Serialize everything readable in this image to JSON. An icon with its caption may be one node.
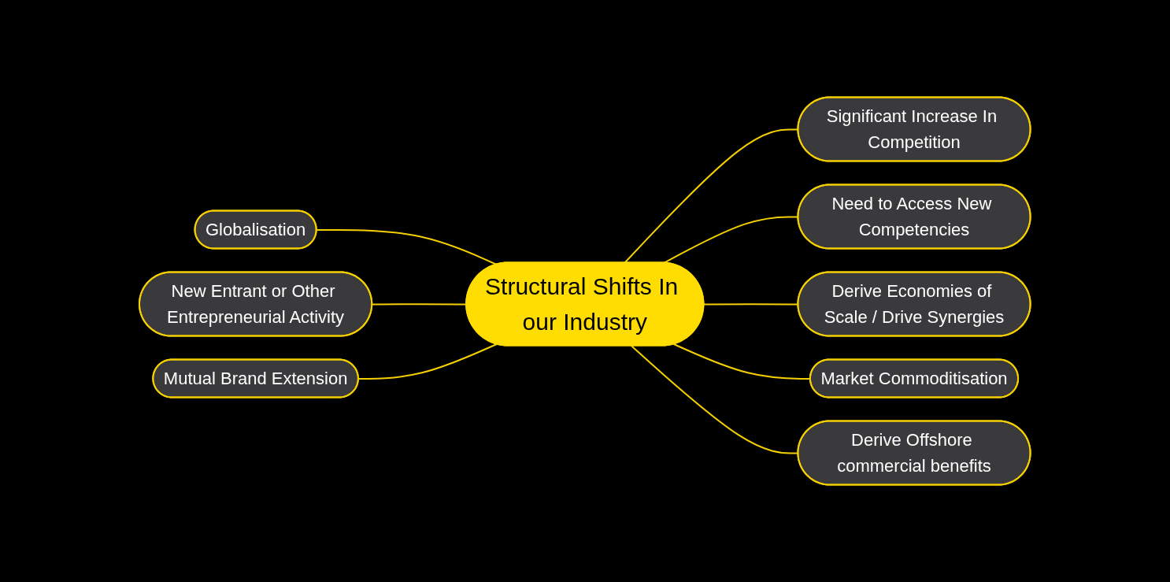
{
  "diagram": {
    "nodes": [
      {
        "text": [
          "Significant Increase In Competition"
        ]
      },
      {
        "text": [
          "Globalisation"
        ]
      },
      {
        "text": [
          "Need to Access New Competencies"
        ]
      },
      {
        "text": [
          "Structural Shifts In our Industry"
        ]
      },
      {
        "text": [
          "New Entrant or Other Entrepreneurial Activity"
        ]
      },
      {
        "text": [
          "Derive Economies of Scale / Drive Synergies"
        ]
      },
      {
        "text": [
          "Mutual Brand Extension"
        ]
      },
      {
        "text": [
          "Market Commoditisation"
        ]
      },
      {
        "text": [
          "Derive Offshore commercial benefits"
        ]
      }
    ],
    "edges": [
      {
        "from": 1,
        "to": 3,
        "arrow": "none"
      },
      {
        "from": 4,
        "to": 3,
        "arrow": "none"
      },
      {
        "from": 6,
        "to": 3,
        "arrow": "none"
      },
      {
        "from": 3,
        "to": 0,
        "arrow": "none"
      },
      {
        "from": 3,
        "to": 2,
        "arrow": "none"
      },
      {
        "from": 3,
        "to": 5,
        "arrow": "none"
      },
      {
        "from": 3,
        "to": 7,
        "arrow": "none"
      },
      {
        "from": 3,
        "to": 8,
        "arrow": "none"
      }
    ]
  }
}
